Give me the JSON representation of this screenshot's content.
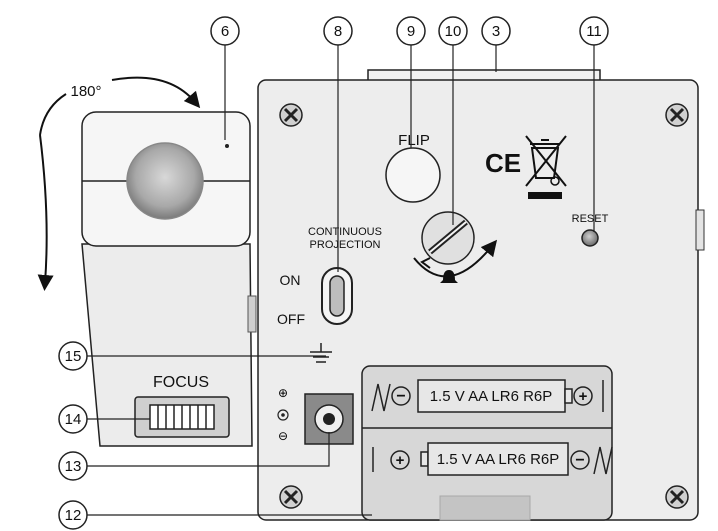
{
  "callouts": {
    "c3": "3",
    "c6": "6",
    "c8": "8",
    "c9": "9",
    "c10": "10",
    "c11": "11",
    "c12": "12",
    "c13": "13",
    "c14": "14",
    "c15": "15"
  },
  "rotation_label": "180°",
  "flip_label": "FLIP",
  "continuous_line1": "CONTINUOUS",
  "continuous_line2": "PROJECTION",
  "on_label": "ON",
  "off_label": "OFF",
  "reset_label": "RESET",
  "ce_mark": "CE",
  "focus_label": "FOCUS",
  "battery_top": "1.5 V AA LR6 R6P",
  "battery_bottom": "1.5 V AA LR6 R6P",
  "plus_sign": "+",
  "minus_sign": "−",
  "icons": [
    "screw-icon",
    "weee-bin-icon",
    "rotate-arrow-icon",
    "ground-symbol-icon",
    "polarity-icon",
    "spring-icon"
  ]
}
